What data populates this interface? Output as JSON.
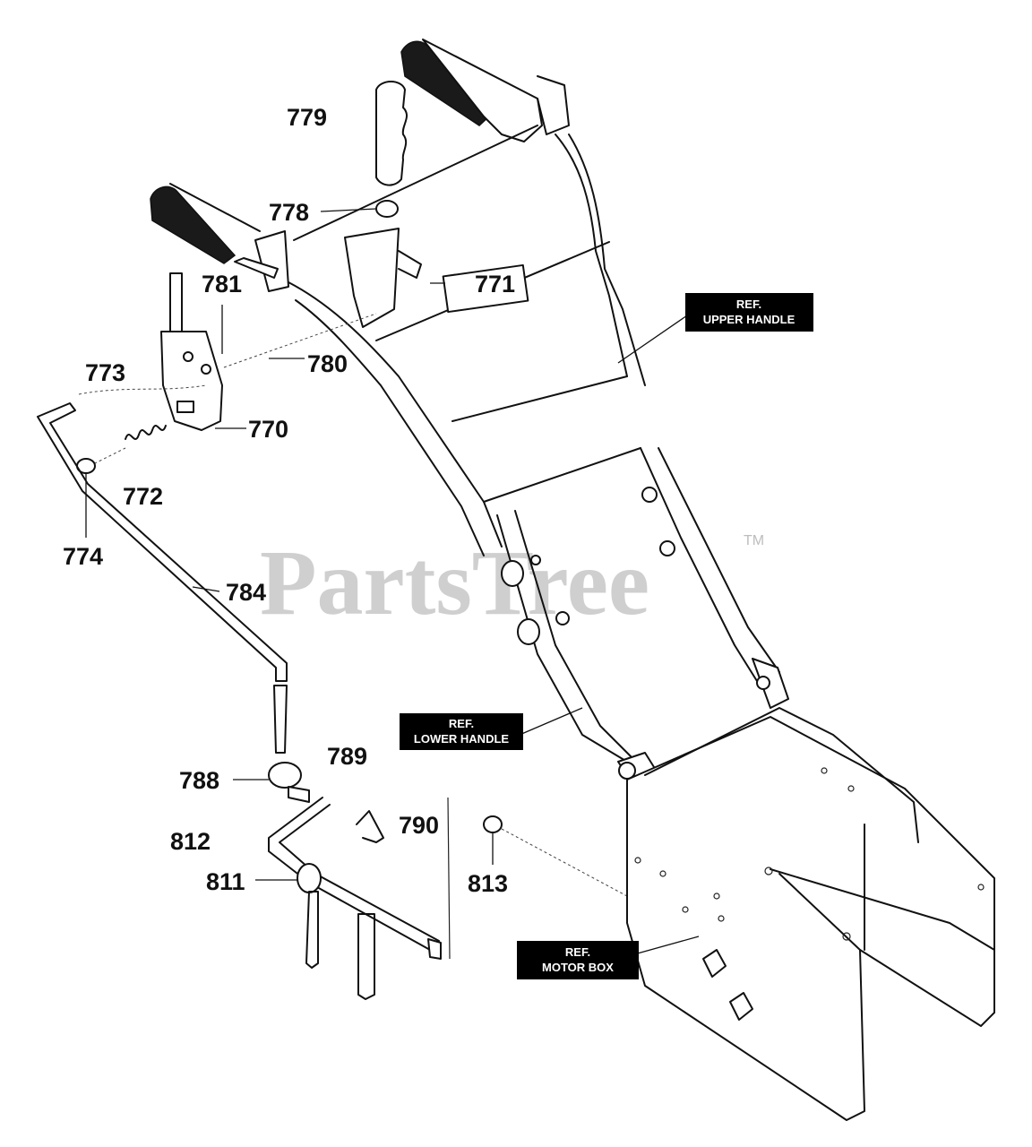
{
  "watermark": {
    "text": "PartsTree",
    "trademark": "TM"
  },
  "part_labels": {
    "p779": "779",
    "p778": "778",
    "p781": "781",
    "p771": "771",
    "p773": "773",
    "p780": "780",
    "p770": "770",
    "p772": "772",
    "p774": "774",
    "p784": "784",
    "p789": "789",
    "p788": "788",
    "p790": "790",
    "p812": "812",
    "p811": "811",
    "p813": "813"
  },
  "ref_labels": {
    "upper_handle": {
      "line1": "REF.",
      "line2": "UPPER HANDLE"
    },
    "lower_handle": {
      "line1": "REF.",
      "line2": "LOWER HANDLE"
    },
    "motor_box": {
      "line1": "REF.",
      "line2": "MOTOR BOX"
    }
  }
}
